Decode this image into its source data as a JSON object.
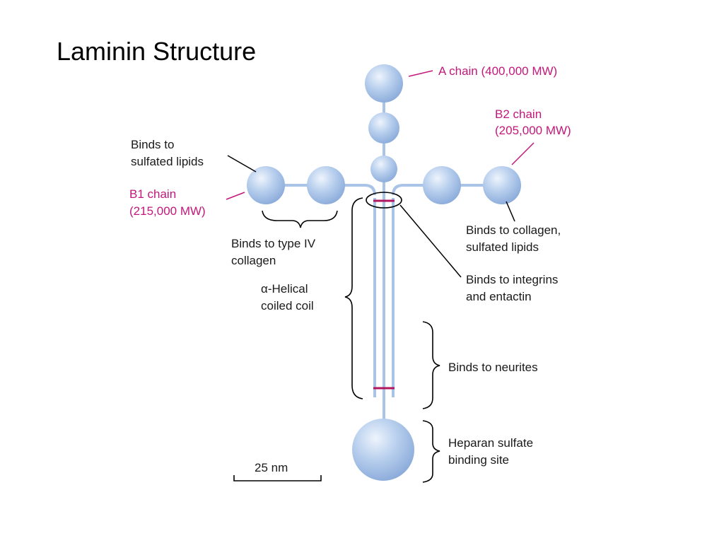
{
  "title": "Laminin Structure",
  "labels": {
    "a_chain": "A chain (400,000 MW)",
    "b2_chain_line1": "B2 chain",
    "b2_chain_line2": "(205,000 MW)",
    "b1_chain_line1": "B1 chain",
    "b1_chain_line2": "(215,000 MW)",
    "sulfated_lipids_line1": "Binds to",
    "sulfated_lipids_line2": "sulfated lipids",
    "type_iv_line1": "Binds to type IV",
    "type_iv_line2": "collagen",
    "collagen_lipids_line1": "Binds to collagen,",
    "collagen_lipids_line2": "sulfated lipids",
    "integrins_line1": "Binds to integrins",
    "integrins_line2": "and entactin",
    "helical_line1": "α-Helical",
    "helical_line2": "coiled coil",
    "neurites": "Binds to neurites",
    "heparan_line1": "Heparan sulfate",
    "heparan_line2": "binding site"
  },
  "scale_bar": {
    "label": "25 nm"
  },
  "colors": {
    "globule": "#a9c4e6",
    "strand": "#a9c4e6",
    "chain_label": "#c2187a",
    "disulfide_bond": "#b0175f"
  }
}
